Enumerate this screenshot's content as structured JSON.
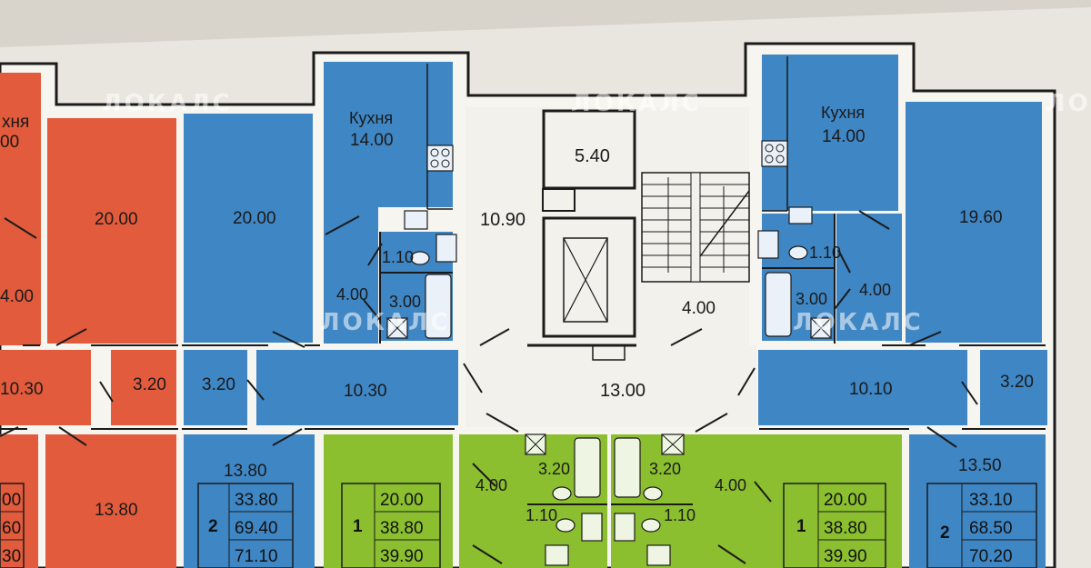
{
  "watermark": "ЛОКАЛС",
  "colors": {
    "red": "#e15b3c",
    "blue": "#3f86c4",
    "green": "#8bbf2f",
    "common": "#f3f1ec",
    "wall": "#f7f5f0",
    "outline": "#1b1b1b"
  },
  "rooms": {
    "left_kitchen_label": "хня",
    "left_kitchen_area": "00",
    "left_red_room": "20.00",
    "left_red_corridor_area": "4.00",
    "left_red_hall": "10.30",
    "left_red_small": "3.20",
    "left_red_bottom": "13.80",
    "blue_left_room": "20.00",
    "blue_left_kitchen_label": "Кухня",
    "blue_left_kitchen_area": "14.00",
    "blue_left_wc": "1.10",
    "blue_left_corridor": "4.00",
    "blue_left_bath": "3.00",
    "blue_left_small": "3.20",
    "blue_left_hall": "10.30",
    "blue_left_bottom": "13.80",
    "core_room": "5.40",
    "core_left": "10.90",
    "core_stair_landing": "4.00",
    "core_lobby": "13.00",
    "blue_right_kitchen_label": "Кухня",
    "blue_right_kitchen_area": "14.00",
    "blue_right_room": "19.60",
    "blue_right_wc": "1.10",
    "blue_right_bath": "3.00",
    "blue_right_corridor": "4.00",
    "blue_right_hall": "10.10",
    "blue_right_small": "3.20",
    "blue_right_bottom": "13.50",
    "green_left_corridor": "4.00",
    "green_left_bath": "3.20",
    "green_left_wc": "1.10",
    "green_right_bath": "3.20",
    "green_right_corridor": "4.00",
    "green_right_wc": "1.10"
  },
  "apartment_tables": {
    "far_left": {
      "values": [
        "00",
        "60",
        "30"
      ]
    },
    "blue_left": {
      "rooms": "2",
      "values": [
        "33.80",
        "69.40",
        "71.10"
      ]
    },
    "green_left": {
      "rooms": "1",
      "values": [
        "20.00",
        "38.80",
        "39.90"
      ]
    },
    "green_right": {
      "rooms": "1",
      "values": [
        "20.00",
        "38.80",
        "39.90"
      ]
    },
    "blue_right": {
      "rooms": "2",
      "values": [
        "33.10",
        "68.50",
        "70.20"
      ]
    }
  }
}
